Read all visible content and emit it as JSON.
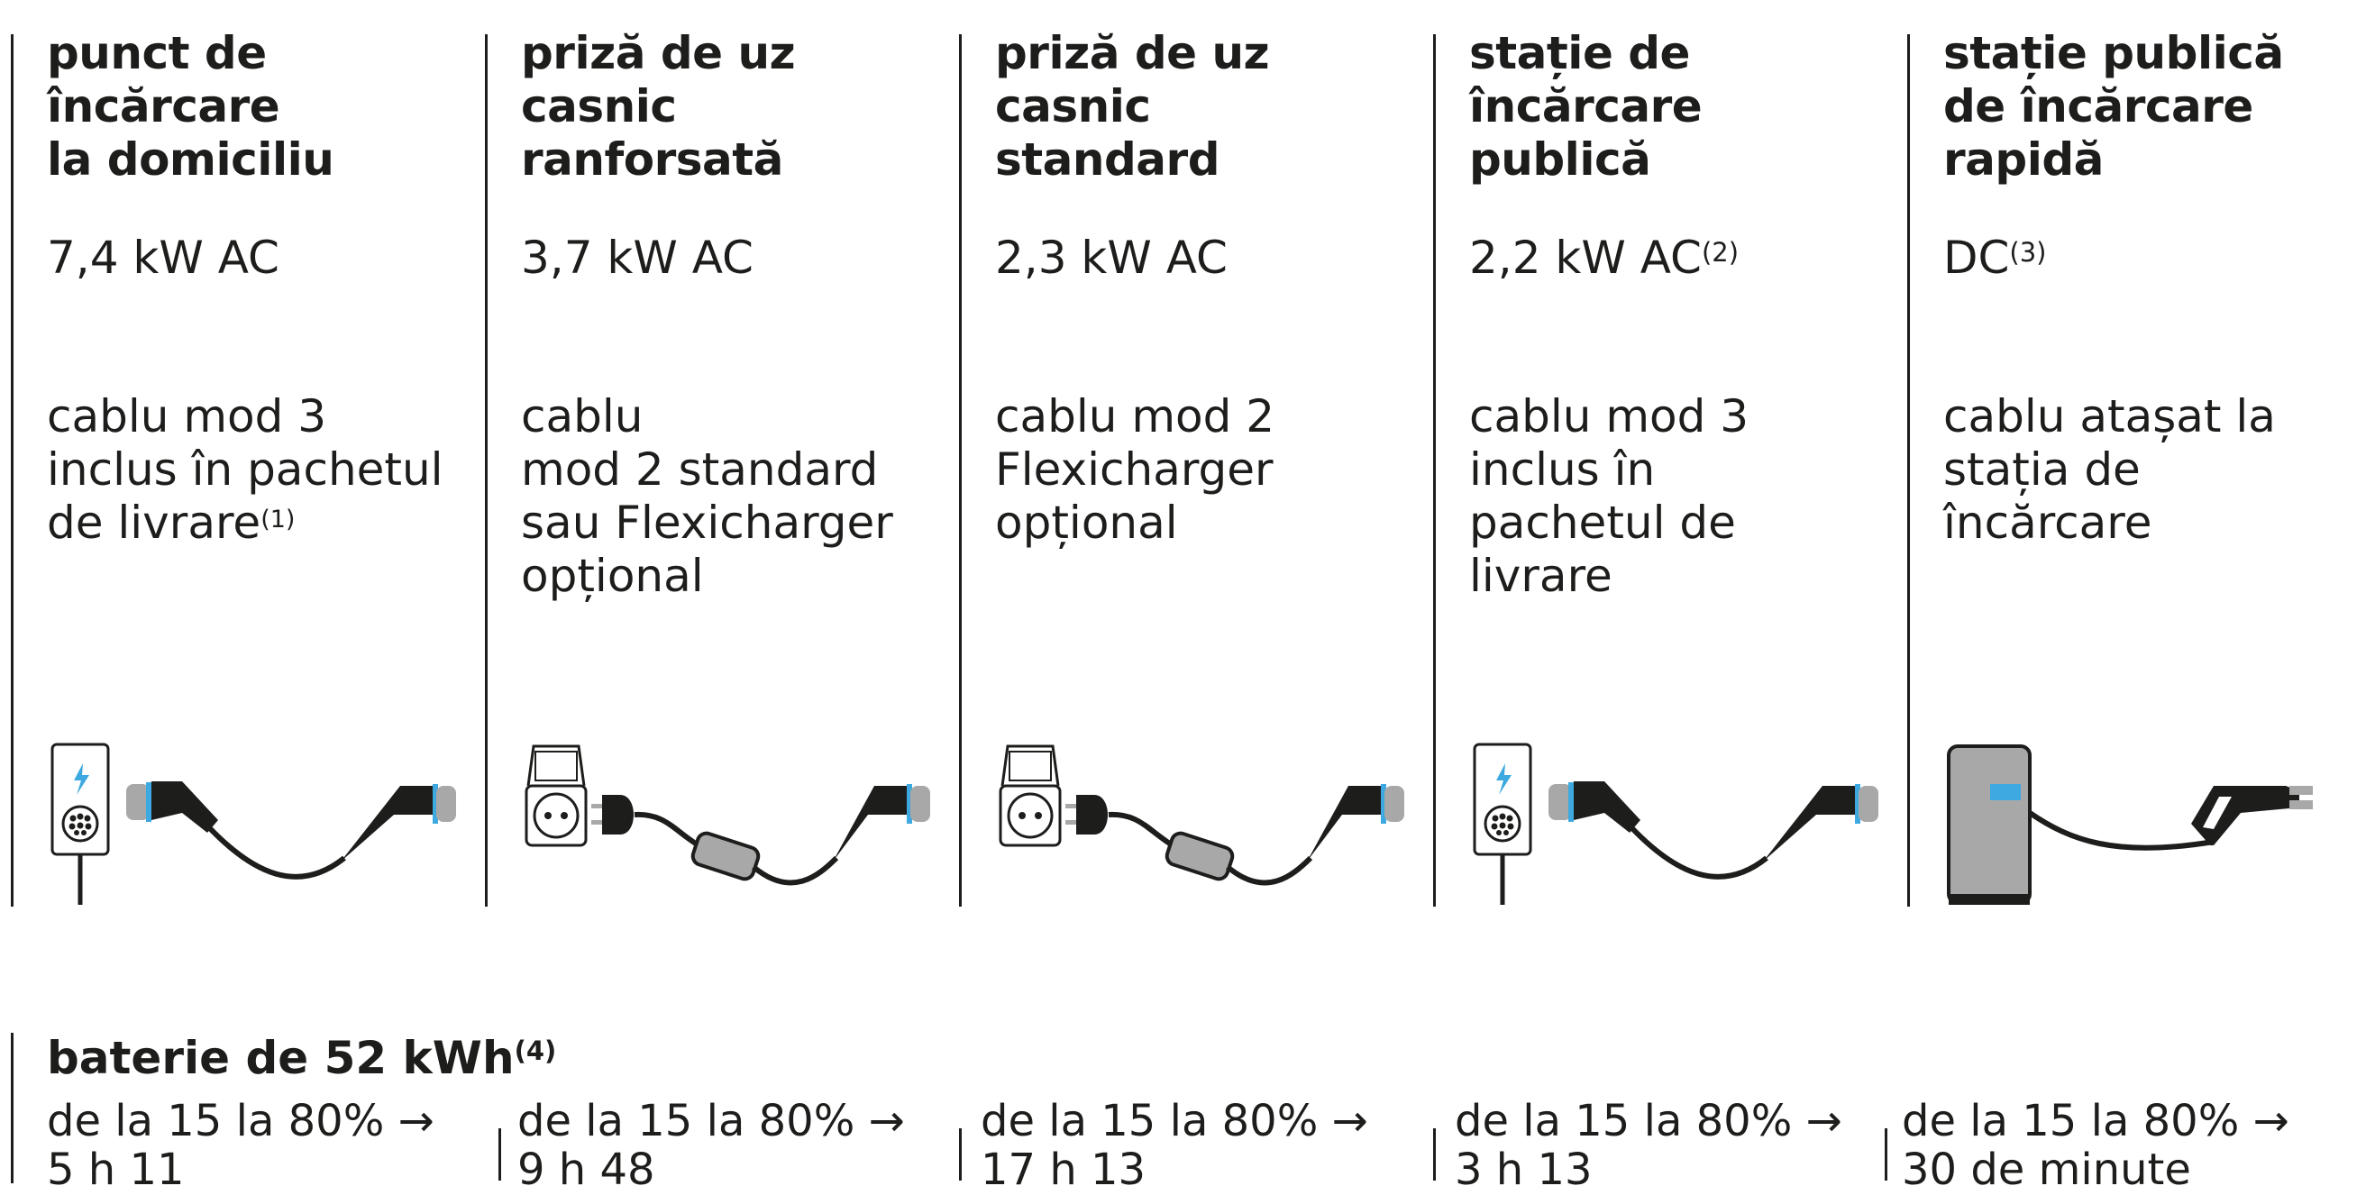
{
  "columns": [
    {
      "title": "punct de\nîncărcare\nla domiciliu",
      "power": "7,4 kW AC",
      "power_note": "",
      "desc": "cablu mod 3\ninclus în pachetul\nde livrare",
      "desc_note": "(1)",
      "illustration": "wallbox-cable-icon"
    },
    {
      "title": "priză de uz\ncasnic\nranforsată",
      "power": "3,7 kW AC",
      "power_note": "",
      "desc": "cablu\nmod 2 standard\nsau Flexicharger\nopțional",
      "desc_note": "",
      "illustration": "socket-flexicharger-icon"
    },
    {
      "title": "priză de uz\ncasnic\nstandard",
      "power": "2,3 kW AC",
      "power_note": "",
      "desc": "cablu mod 2\nFlexicharger\nopțional",
      "desc_note": "",
      "illustration": "socket-flexicharger-icon"
    },
    {
      "title": "stație de\nîncărcare\npublică",
      "power": "2,2 kW AC",
      "power_note": "(2)",
      "desc": "cablu mod 3\ninclus în\npachetul de\nlivrare",
      "desc_note": "",
      "illustration": "wallbox-cable-icon"
    },
    {
      "title": "stație publică\nde încărcare\nrapidă",
      "power": "DC",
      "power_note": "(3)",
      "desc": "cablu atașat la\nstația de\nîncărcare",
      "desc_note": "",
      "illustration": "dc-fast-charger-icon"
    }
  ],
  "battery": {
    "label": "baterie de 52 kWh",
    "note": "(4)"
  },
  "times": [
    "de la 15 la 80% →\n5 h 11",
    "de la 15 la 80% →\n9 h 48",
    "de la 15 la 80% →\n17 h 13",
    "de la 15 la 80% →\n3 h 13",
    "de la 15 la 80% →\n30 de minute"
  ],
  "colors": {
    "text": "#1d1d1b",
    "accent": "#3da9e0",
    "grey": "#a8a8a8"
  }
}
